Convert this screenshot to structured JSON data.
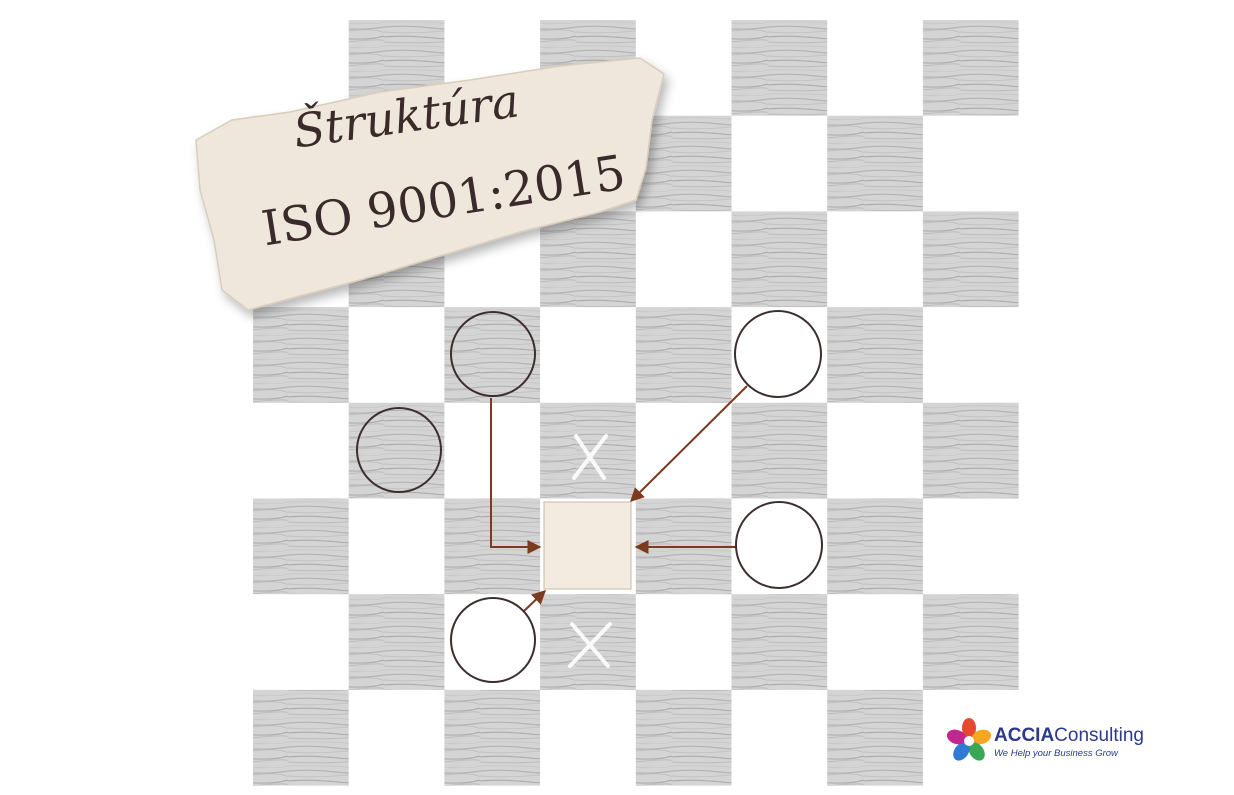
{
  "note": {
    "line1": "Štruktúra",
    "line2": "ISO 9001:2015"
  },
  "logo": {
    "brand_bold": "ACCIA",
    "brand_regular": "Consulting",
    "tagline": "We Help your Business Grow"
  },
  "colors": {
    "arrow": "#7a3b1f",
    "circle_stroke": "#3b2e2e",
    "center_fill": "#f3ebe0",
    "dark_square": "#d2d2d2",
    "paper": "#efe7dc",
    "text": "#3a2a2a",
    "brand": "#2b3a8c"
  }
}
